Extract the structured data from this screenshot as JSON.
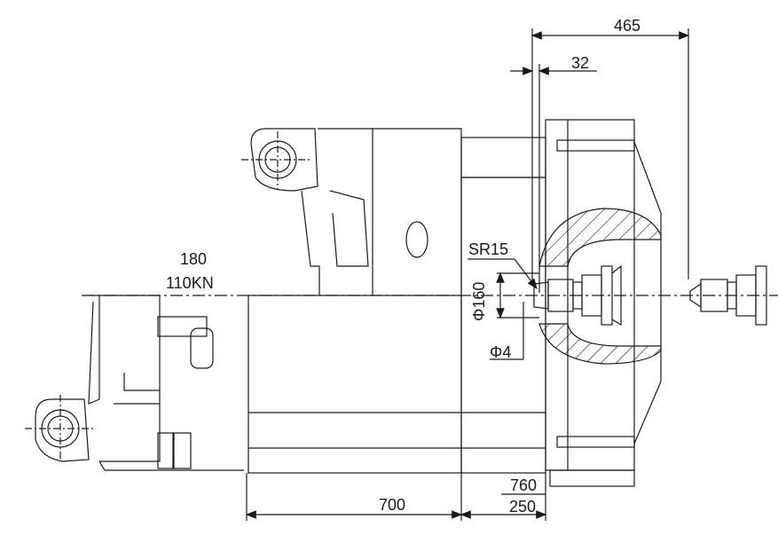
{
  "dimensions": {
    "d465": "465",
    "d32": "32",
    "d180": "180",
    "d110kn": "110KN",
    "sr15": "SR15",
    "phi160": "Φ160",
    "phi4": "Φ4",
    "d760": "760",
    "d700": "700",
    "d250": "250"
  },
  "colors": {
    "line": "#1a1a1a",
    "fill": "#ffffff"
  }
}
